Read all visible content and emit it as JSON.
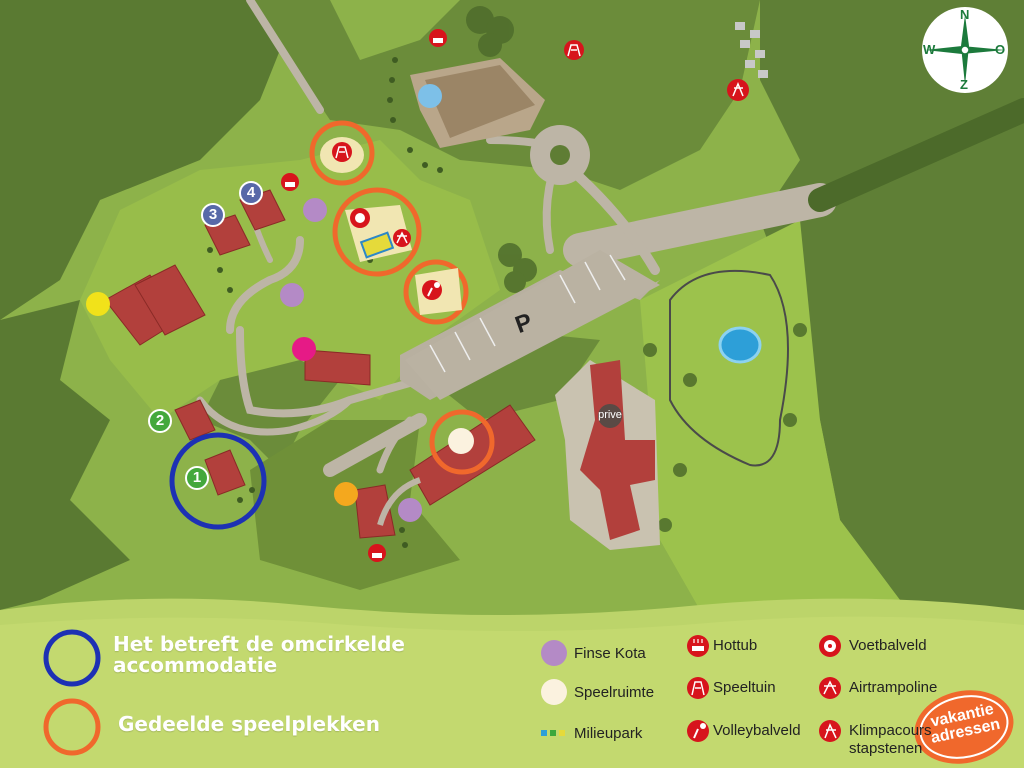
{
  "legend": {
    "accommodation_text": "Het betreft de omcirkelde accommodatie",
    "shared_play_text": "Gedeelde speelplekken",
    "items": [
      {
        "label": "Finse Kota",
        "icon": "finse-kota-icon"
      },
      {
        "label": "Speelruimte",
        "icon": "speelruimte-icon"
      },
      {
        "label": "Milieupark",
        "icon": "milieupark-icon"
      },
      {
        "label": "Hottub",
        "icon": "hottub-icon"
      },
      {
        "label": "Speeltuin",
        "icon": "speeltuin-icon"
      },
      {
        "label": "Volleybalveld",
        "icon": "volleybalveld-icon"
      },
      {
        "label": "Voetbalveld",
        "icon": "voetbalveld-icon"
      },
      {
        "label": "Airtrampoline",
        "icon": "airtrampoline-icon"
      },
      {
        "label": "Klimpacours stapstenen",
        "icon": "klimpacours-icon"
      }
    ]
  },
  "map": {
    "parking_label": "P",
    "private_label": "prive",
    "house_numbers": [
      "1",
      "2",
      "3",
      "4"
    ]
  },
  "compass": {
    "n": "N",
    "o": "O",
    "z": "Z",
    "w": "W"
  },
  "logo": {
    "line1": "vakantie",
    "line2": "adressen"
  },
  "colors": {
    "accommodation_circle": "#1d31b4",
    "shared_play_circle": "#f0682c",
    "grass": "#9dc450",
    "forest": "#5f7d34",
    "roof": "#b2403c",
    "finse_kota": "#b48ac6",
    "icon_red": "#d7141c",
    "house_number_green": "#44a83c",
    "house_number_blue": "#5869a8"
  }
}
